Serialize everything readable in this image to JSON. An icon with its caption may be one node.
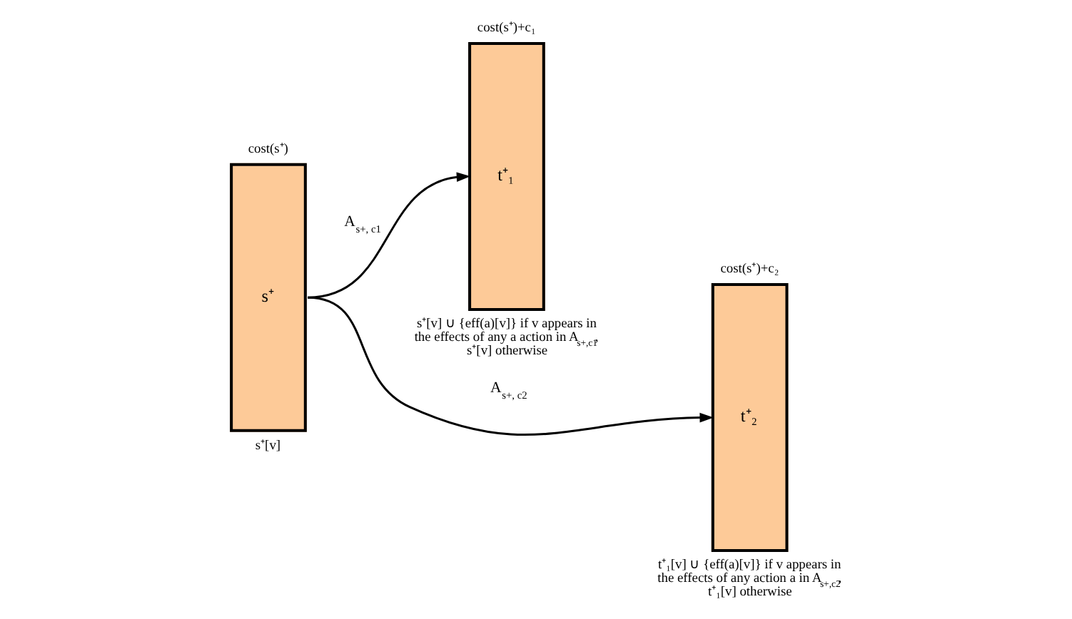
{
  "diagram": {
    "nodes": [
      {
        "text": [
          "cost(s⁺)",
          "s⁺"
        ],
        "beside": [
          "s⁺[v]"
        ]
      },
      {
        "text": [
          "cost(s⁺)+c₁",
          "t⁺₁"
        ],
        "beside": [
          "s⁺[v] ∪ {eff(a)[v]} if v appears in the effects of any a action in A$_{s+,c1}$, s⁺[v] otherwise"
        ]
      },
      {
        "text": [
          "cost(s⁺)+c₂",
          "t⁺₂"
        ],
        "beside": [
          "t⁺₁[v] ∪ {eff(a)[v]} if v appears in the effects of any action a in A$_{s+,c2}$, t⁺₁[v] otherwise"
        ]
      }
    ],
    "edges": [
      {
        "from": 0,
        "to": 1,
        "arrow": "to",
        "label": "A$_{s+, c1}$"
      },
      {
        "from": 0,
        "to": 2,
        "arrow": "to",
        "label": "A$_{s+, c2}$"
      }
    ]
  }
}
